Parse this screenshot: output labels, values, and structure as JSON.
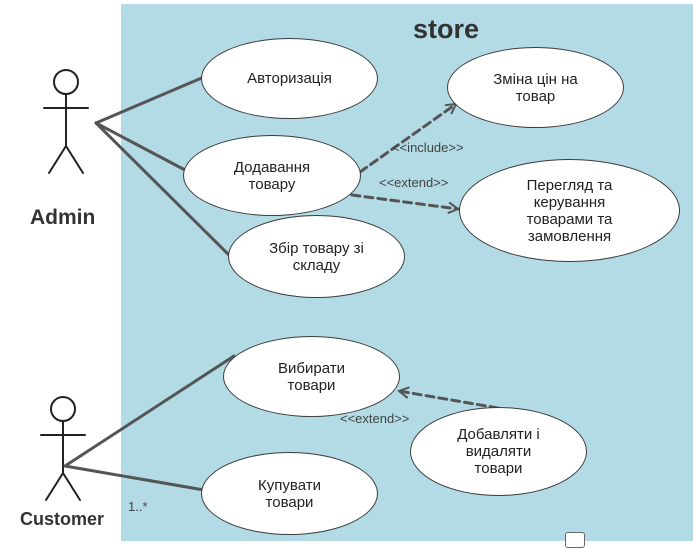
{
  "diagram": {
    "system": {
      "title": "store",
      "fill": "#b2dbe6"
    },
    "actors": [
      {
        "id": "admin",
        "label": "Admin"
      },
      {
        "id": "customer",
        "label": "Customer"
      }
    ],
    "use_cases": [
      {
        "id": "auth",
        "label": "Авторизація"
      },
      {
        "id": "add",
        "label": "Додавання\nтовару"
      },
      {
        "id": "collect",
        "label": "Збір товару зі\nскладу"
      },
      {
        "id": "price",
        "label": "Зміна цін на\nтовар"
      },
      {
        "id": "manage",
        "label": "Перегляд та\nкерування\nтоварами та\nзамовлення"
      },
      {
        "id": "choose",
        "label": "Вибирати\nтовари"
      },
      {
        "id": "buy",
        "label": "Купувати\nтовари"
      },
      {
        "id": "addremove",
        "label": "Добавляти і\nвидаляти\nтовари"
      }
    ],
    "relations": {
      "include_label": "<<include>>",
      "extend_label_admin": "<<extend>>",
      "extend_label_customer": "<<extend>>"
    },
    "multiplicity": "1..*",
    "colors": {
      "line": "#555555",
      "ellipse_border": "#3c3c3c",
      "text": "#333333"
    }
  }
}
